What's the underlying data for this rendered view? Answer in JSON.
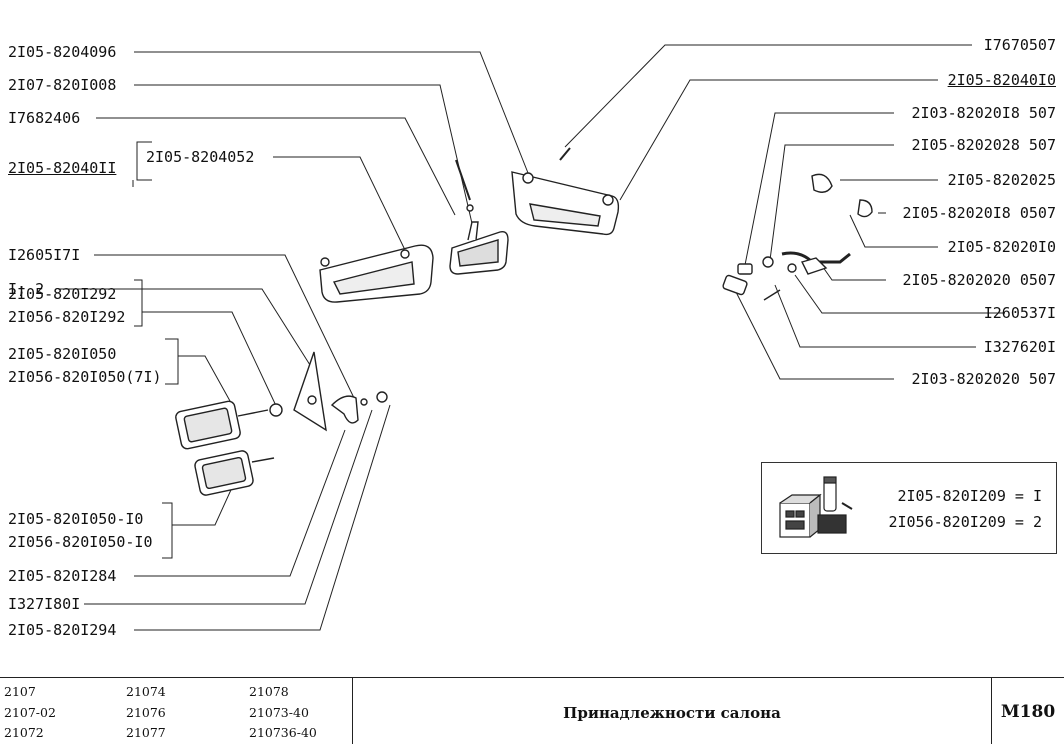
{
  "left_labels": [
    "2I05-8204096",
    "2I07-820I008",
    "I7682406",
    "2I05-82040II",
    "2I05-8204052",
    "I2605I7I",
    "I; 2",
    "2I05-820I292",
    "2I056-820I292",
    "2I05-820I050",
    "2I056-820I050(7I)",
    "2I05-820I050-I0",
    "2I056-820I050-I0",
    "2I05-820I284",
    "I327I80I",
    "2I05-820I294"
  ],
  "right_labels": [
    "I7670507",
    "2I05-82040I0",
    "2I03-82020I8 507",
    "2I05-8202028 507",
    "2I05-8202025",
    "2I05-82020I8 0507",
    "2I05-82020I0",
    "2I05-8202020 0507",
    "I260537I",
    "I327620I",
    "2I03-8202020 507"
  ],
  "legend": {
    "line1": "2I05-820I209 = I",
    "line2": "2I056-820I209 = 2"
  },
  "footer": {
    "models": [
      [
        "2107",
        "21074",
        "21078"
      ],
      [
        "2107-02",
        "21076",
        "21073-40"
      ],
      [
        "21072",
        "21077",
        "210736-40"
      ]
    ],
    "title": "Принадлежности салона",
    "code": "M180"
  }
}
